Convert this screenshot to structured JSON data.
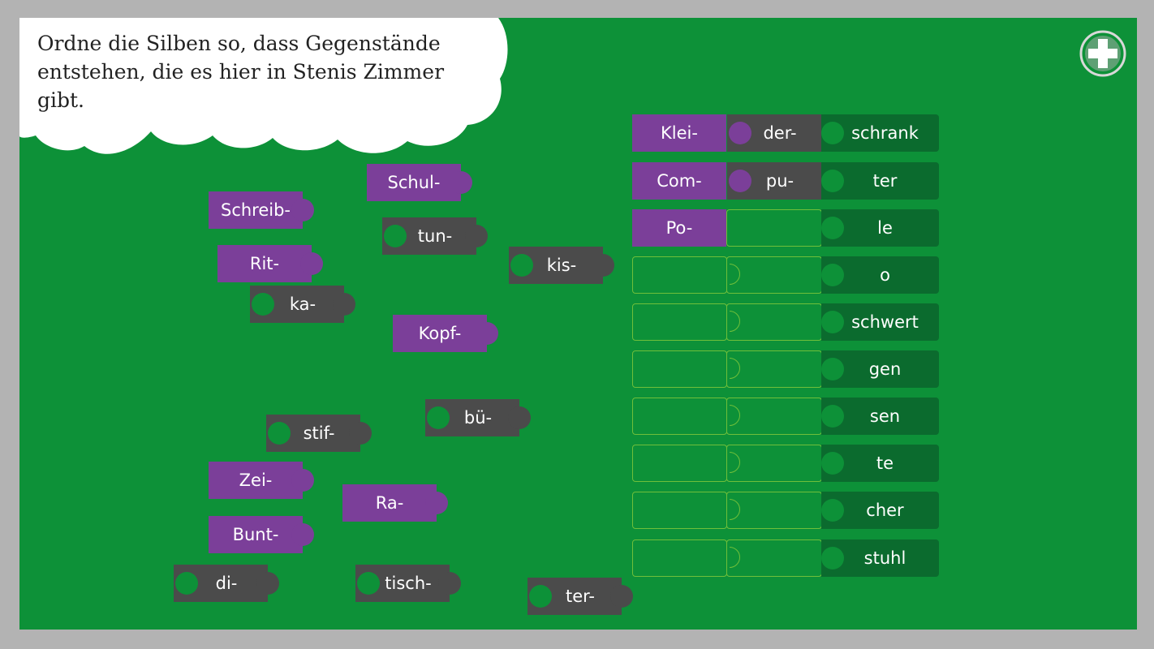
{
  "instruction": "Ordne die Silben so, dass Gegenstände entstehen, die es hier in Stenis Zimmer gibt.",
  "add_icon": "plus-circle-icon",
  "colors": {
    "board": "#0d9138",
    "first_syllable": "#7b3f99",
    "middle_syllable": "#4b4b4b",
    "end_syllable": "#0b6b2e",
    "slot_outline": "#6fbf3a"
  },
  "rows": [
    {
      "first": "Klei-",
      "middle": "der-",
      "end": "schrank"
    },
    {
      "first": "Com-",
      "middle": "pu-",
      "end": "ter"
    },
    {
      "first": "Po-",
      "middle": "",
      "end": "le"
    },
    {
      "first": "",
      "middle": "",
      "end": "o"
    },
    {
      "first": "",
      "middle": "",
      "end": "schwert"
    },
    {
      "first": "",
      "middle": "",
      "end": "gen"
    },
    {
      "first": "",
      "middle": "",
      "end": "sen"
    },
    {
      "first": "",
      "middle": "",
      "end": "te"
    },
    {
      "first": "",
      "middle": "",
      "end": "cher"
    },
    {
      "first": "",
      "middle": "",
      "end": "stuhl"
    }
  ],
  "first_syllables": [
    "Schul-",
    "Schreib-",
    "Rit-",
    "Kopf-",
    "Zei-",
    "Ra-",
    "Bunt-"
  ],
  "middle_syllables": [
    "tun-",
    "kis-",
    "ka-",
    "bü-",
    "stif-",
    "di-",
    "tisch-",
    "ter-"
  ]
}
